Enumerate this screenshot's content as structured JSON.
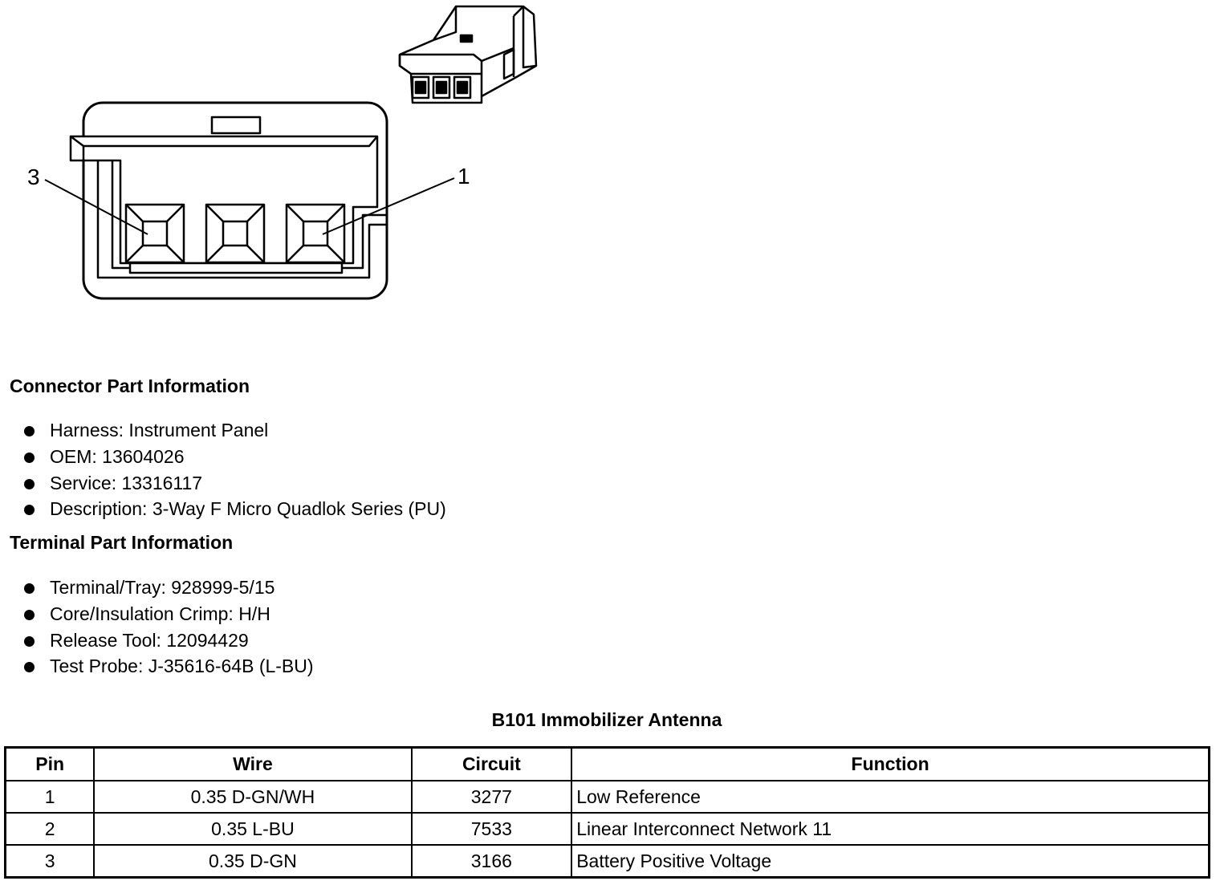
{
  "diagram": {
    "pin_left_label": "3",
    "pin_right_label": "1"
  },
  "connector_info": {
    "title": "Connector Part Information",
    "items": [
      "Harness: Instrument Panel",
      "OEM: 13604026",
      "Service: 13316117",
      "Description: 3-Way F Micro Quadlok Series (PU)"
    ]
  },
  "terminal_info": {
    "title": "Terminal Part Information",
    "items": [
      "Terminal/Tray: 928999-5/15",
      "Core/Insulation Crimp: H/H",
      "Release Tool: 12094429",
      "Test Probe: J-35616-64B (L-BU)"
    ]
  },
  "pin_table": {
    "title": "B101 Immobilizer Antenna",
    "headers": [
      "Pin",
      "Wire",
      "Circuit",
      "Function"
    ],
    "rows": [
      [
        "1",
        "0.35 D-GN/WH",
        "3277",
        "Low Reference"
      ],
      [
        "2",
        "0.35 L-BU",
        "7533",
        "Linear Interconnect Network 11"
      ],
      [
        "3",
        "0.35 D-GN",
        "3166",
        "Battery Positive Voltage"
      ]
    ]
  }
}
